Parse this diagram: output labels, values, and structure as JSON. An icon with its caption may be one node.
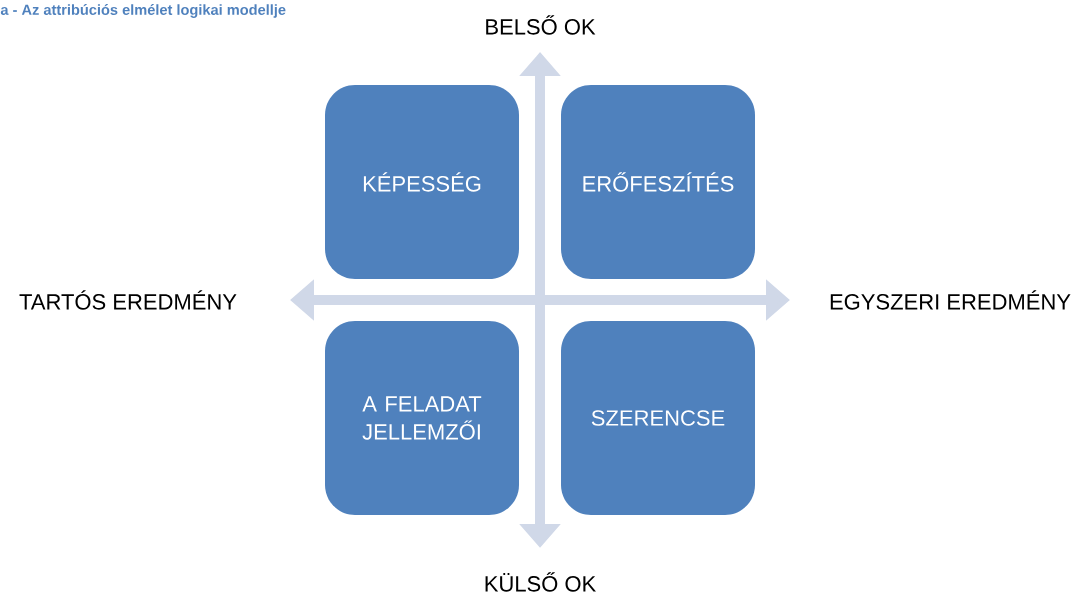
{
  "diagram": {
    "title": "a - Az attribúciós elmélet logikai modellje",
    "nodes": [
      {
        "text": [
          "KÉPESSÉG"
        ]
      },
      {
        "text": [
          "ERŐFESZÍTÉS"
        ]
      },
      {
        "text": [
          "A FELADAT JELLEMZŐI"
        ]
      },
      {
        "text": [
          "SZERENCSE"
        ]
      }
    ],
    "labels": [
      "BELSŐ OK",
      "TARTÓS EREDMÉNY",
      "EGYSZERI EREDMÉNY",
      "KÜLSŐ OK"
    ]
  }
}
